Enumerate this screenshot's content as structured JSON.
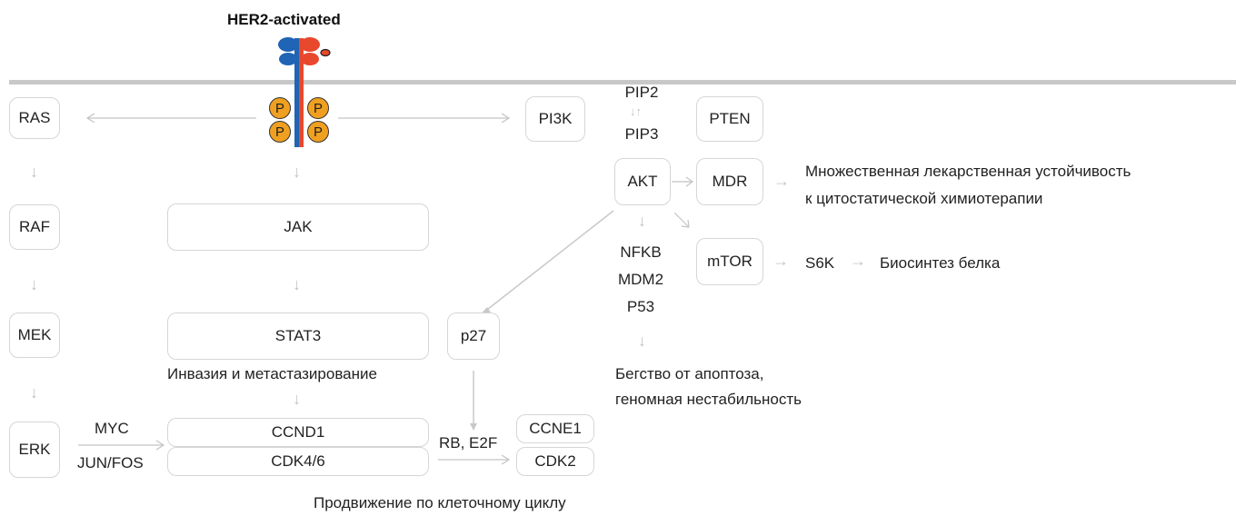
{
  "receptor": {
    "title": "HER2-activated",
    "p": "P"
  },
  "nodes": {
    "ras": "RAS",
    "raf": "RAF",
    "mek": "MEK",
    "erk": "ERK",
    "jak": "JAK",
    "stat3": "STAT3",
    "ccnd1": "CCND1",
    "cdk46": "CDK4/6",
    "pi3k": "PI3K",
    "pip2": "PIP2",
    "pip3": "PIP3",
    "pten": "PTEN",
    "akt": "AKT",
    "mdr": "MDR",
    "mtor": "mTOR",
    "p27": "p27",
    "ccne1": "CCNE1",
    "cdk2": "CDK2",
    "s6k": "S6K"
  },
  "labels": {
    "myc": "MYC",
    "junfos": "JUN/FOS",
    "rb_e2f": "RB, E2F",
    "invasion": "Инвазия и метастазирование",
    "mdr_line1": "Множественная лекарственная устойчивость",
    "mdr_line2": "к цитостатической химиотерапии",
    "protein": "Биосинтез белка",
    "nfkb": "NFKB",
    "mdm2": "MDM2",
    "p53": "P53",
    "apoptosis_line1": "Бегство от апоптоза,",
    "apoptosis_line2": "геномная нестабильность",
    "cell_cycle": "Продвижение по клеточному циклу"
  },
  "colors": {
    "receptor_blue": "#1f64b5",
    "receptor_red": "#e8482c",
    "phospho": "#f0a021",
    "membrane": "#c8c8c8",
    "arrow": "#c4c4c4"
  }
}
